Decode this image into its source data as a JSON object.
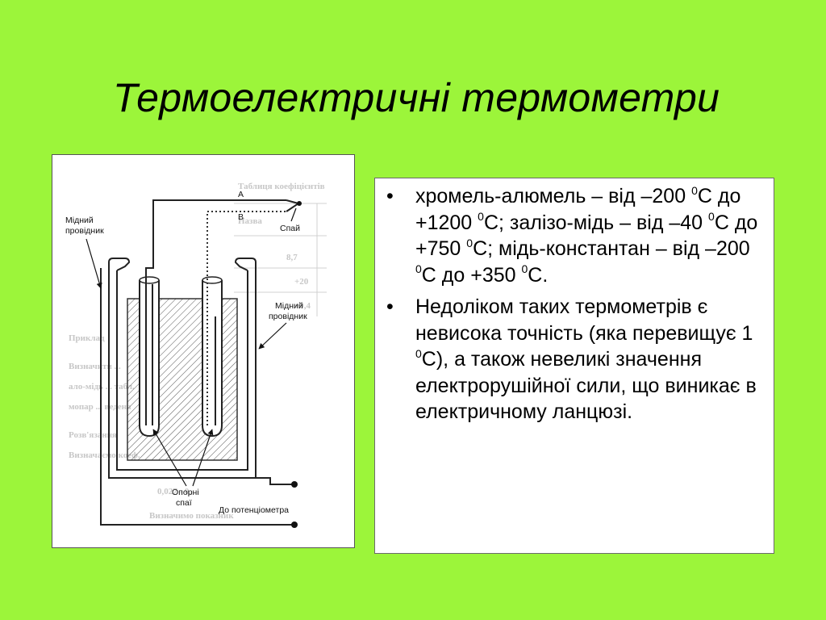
{
  "slide": {
    "title": "Термоелектричні термометри"
  },
  "figure": {
    "labels": {
      "copper_wire_left": [
        "Мідний",
        "провідник"
      ],
      "copper_wire_right": [
        "Мідний",
        "провідник"
      ],
      "junction": "Спай",
      "wire_a": "А",
      "wire_b": "В",
      "reference_junctions": [
        "Опорні",
        "спаї"
      ],
      "to_potentiometer": "До потенціометра"
    }
  },
  "text": {
    "bullets": [
      {
        "segments": [
          {
            "t": "хромель-алюмель – від –200 "
          },
          {
            "sup": "0"
          },
          {
            "t": "С до +1200 "
          },
          {
            "sup": "0"
          },
          {
            "t": "С; залізо-мідь  – від –40 "
          },
          {
            "sup": "0"
          },
          {
            "t": "С до +750 "
          },
          {
            "sup": "0"
          },
          {
            "t": "С; мідь-константан  – від –200 "
          },
          {
            "sup": "0"
          },
          {
            "t": "С до +350 "
          },
          {
            "sup": "0"
          },
          {
            "t": "С."
          }
        ]
      },
      {
        "segments": [
          {
            "t": "Недоліком таких термометрів є невисока точність (яка перевищує 1 "
          },
          {
            "sup": "0"
          },
          {
            "t": "С), а також невеликі значення електрорушійної сили, що виникає в електричному ланцюзі."
          }
        ]
      }
    ],
    "bullet_glyph": "•"
  },
  "colors": {
    "background": "#9cf53a",
    "text": "#000000"
  }
}
